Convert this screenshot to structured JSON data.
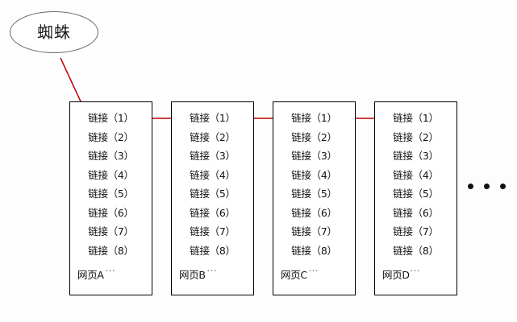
{
  "diagram": {
    "title_node": {
      "label": "蜘蛛",
      "shape": "ellipse",
      "border_color": "#6b6b6b"
    },
    "arrow_color": "#c00000",
    "box_border_color": "#000000",
    "link_label_prefix": "链接",
    "ellipsis": "…",
    "trailing_ellipsis_dots": 3,
    "pages": [
      {
        "id": "A",
        "name": "网页A",
        "links": [
          "链接（1）",
          "链接（2）",
          "链接（3）",
          "链接（4）",
          "链接（5）",
          "链接（6）",
          "链接（7）",
          "链接（8）"
        ],
        "more": "…"
      },
      {
        "id": "B",
        "name": "网页B",
        "links": [
          "链接（1）",
          "链接（2）",
          "链接（3）",
          "链接（4）",
          "链接（5）",
          "链接（6）",
          "链接（7）",
          "链接（8）"
        ],
        "more": "…"
      },
      {
        "id": "C",
        "name": "网页C",
        "links": [
          "链接（1）",
          "链接（2）",
          "链接（3）",
          "链接（4）",
          "链接（5）",
          "链接（6）",
          "链接（7）",
          "链接（8）"
        ],
        "more": "…"
      },
      {
        "id": "D",
        "name": "网页D",
        "links": [
          "链接（1）",
          "链接（2）",
          "链接（3）",
          "链接（4）",
          "链接（5）",
          "链接（6）",
          "链接（7）",
          "链接（8）"
        ],
        "more": "…"
      }
    ]
  }
}
